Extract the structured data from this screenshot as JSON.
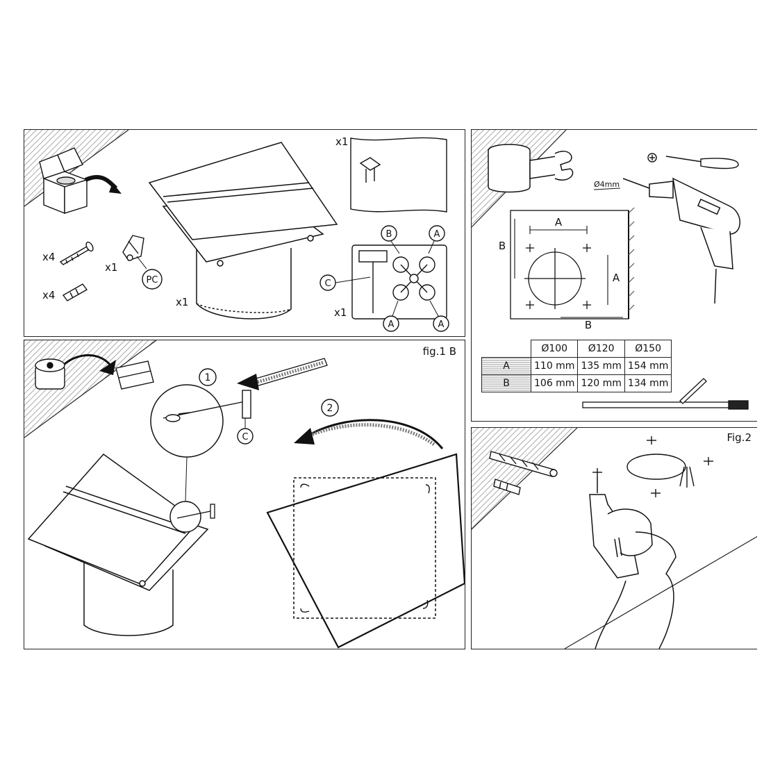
{
  "panel1": {
    "qty_screw": "x4",
    "qty_anchor": "x4",
    "qty_clip": "x1",
    "qty_fan": "x1",
    "qty_sheet": "x1",
    "qty_frame": "x1",
    "callout_pc": "PC",
    "callout_a": "A",
    "callout_b": "B",
    "callout_c": "C"
  },
  "panel2": {
    "fig_label": "fig.1 B",
    "step1": "1",
    "step2": "2",
    "callout_c": "C"
  },
  "panel3": {
    "drill_size": "Ø4mm",
    "dim_a": "A",
    "dim_b": "B",
    "table": {
      "headers": [
        "Ø100",
        "Ø120",
        "Ø150"
      ],
      "rows": [
        {
          "label": "A",
          "values": [
            "110 mm",
            "135 mm",
            "154 mm"
          ]
        },
        {
          "label": "B",
          "values": [
            "106 mm",
            "120 mm",
            "134 mm"
          ]
        }
      ]
    }
  },
  "panel4": {
    "fig_label": "Fig.2"
  }
}
